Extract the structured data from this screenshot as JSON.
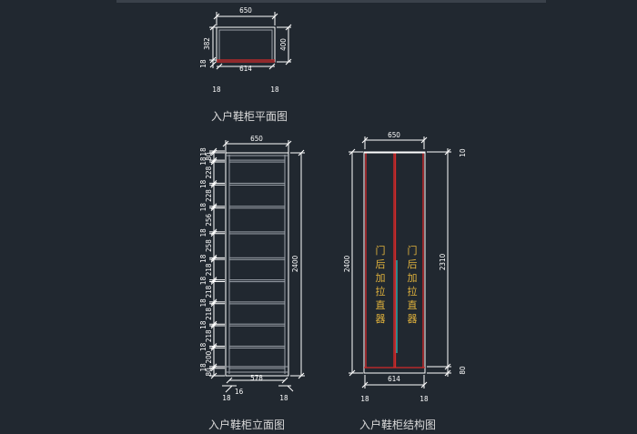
{
  "plan": {
    "title": "入户鞋柜平面图",
    "width_label": "650",
    "inner_width_label": "614",
    "depth_label": "400",
    "inner_depth_label": "382",
    "board_label": "18",
    "side_left_label": "18",
    "side_right_label": "18"
  },
  "elevation": {
    "title": "入户鞋柜立面图",
    "width_label": "650",
    "inner_width_label": "578",
    "height_label": "2400",
    "side_left_label": "18",
    "side_right_label": "18",
    "small_label": "16",
    "left_dims": [
      "18",
      "80",
      "18",
      "228",
      "18",
      "228",
      "18",
      "256",
      "18",
      "258",
      "18",
      "218",
      "18",
      "218",
      "18",
      "218",
      "18",
      "218",
      "18",
      "200",
      "18",
      "80"
    ]
  },
  "structure": {
    "title": "入户鞋柜结构图",
    "width_label": "650",
    "inner_width_label": "614",
    "left_height_label": "2400",
    "right_height_label": "2310",
    "top_label": "10",
    "bottom_label": "80",
    "side_left_label": "18",
    "side_right_label": "18",
    "door_note_left": [
      "门",
      "后",
      "加",
      "拉",
      "直",
      "器"
    ],
    "door_note_right": [
      "门",
      "后",
      "加",
      "拉",
      "直",
      "器"
    ]
  },
  "colors": {
    "background": "#212830",
    "line": "#ffffff",
    "red": "#d42a2a",
    "cyan": "#2cc7c7",
    "note": "#e2b33c"
  }
}
